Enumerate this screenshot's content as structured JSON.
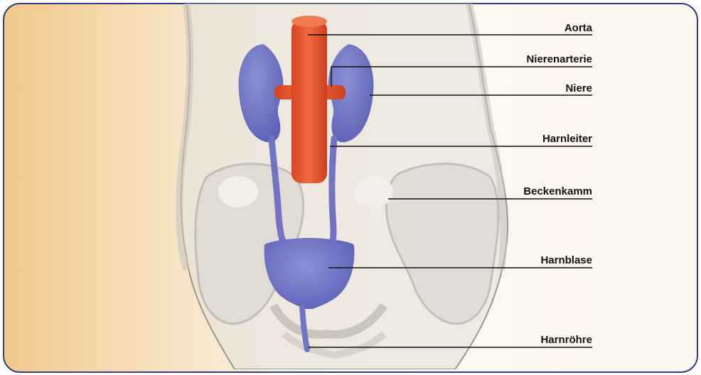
{
  "labels": {
    "aorta": "Aorta",
    "nierenarterie": "Nierenarterie",
    "niere": "Niere",
    "harnleiter": "Harnleiter",
    "beckenkamm": "Beckenkamm",
    "harnblase": "Harnblase",
    "harnroehre": "Harnröhre"
  },
  "colors": {
    "frame_border": "#2f3f8a",
    "kidney": "#6f74c4",
    "aorta": "#e0502e",
    "label_text": "#111111",
    "leader_line": "#111111"
  }
}
